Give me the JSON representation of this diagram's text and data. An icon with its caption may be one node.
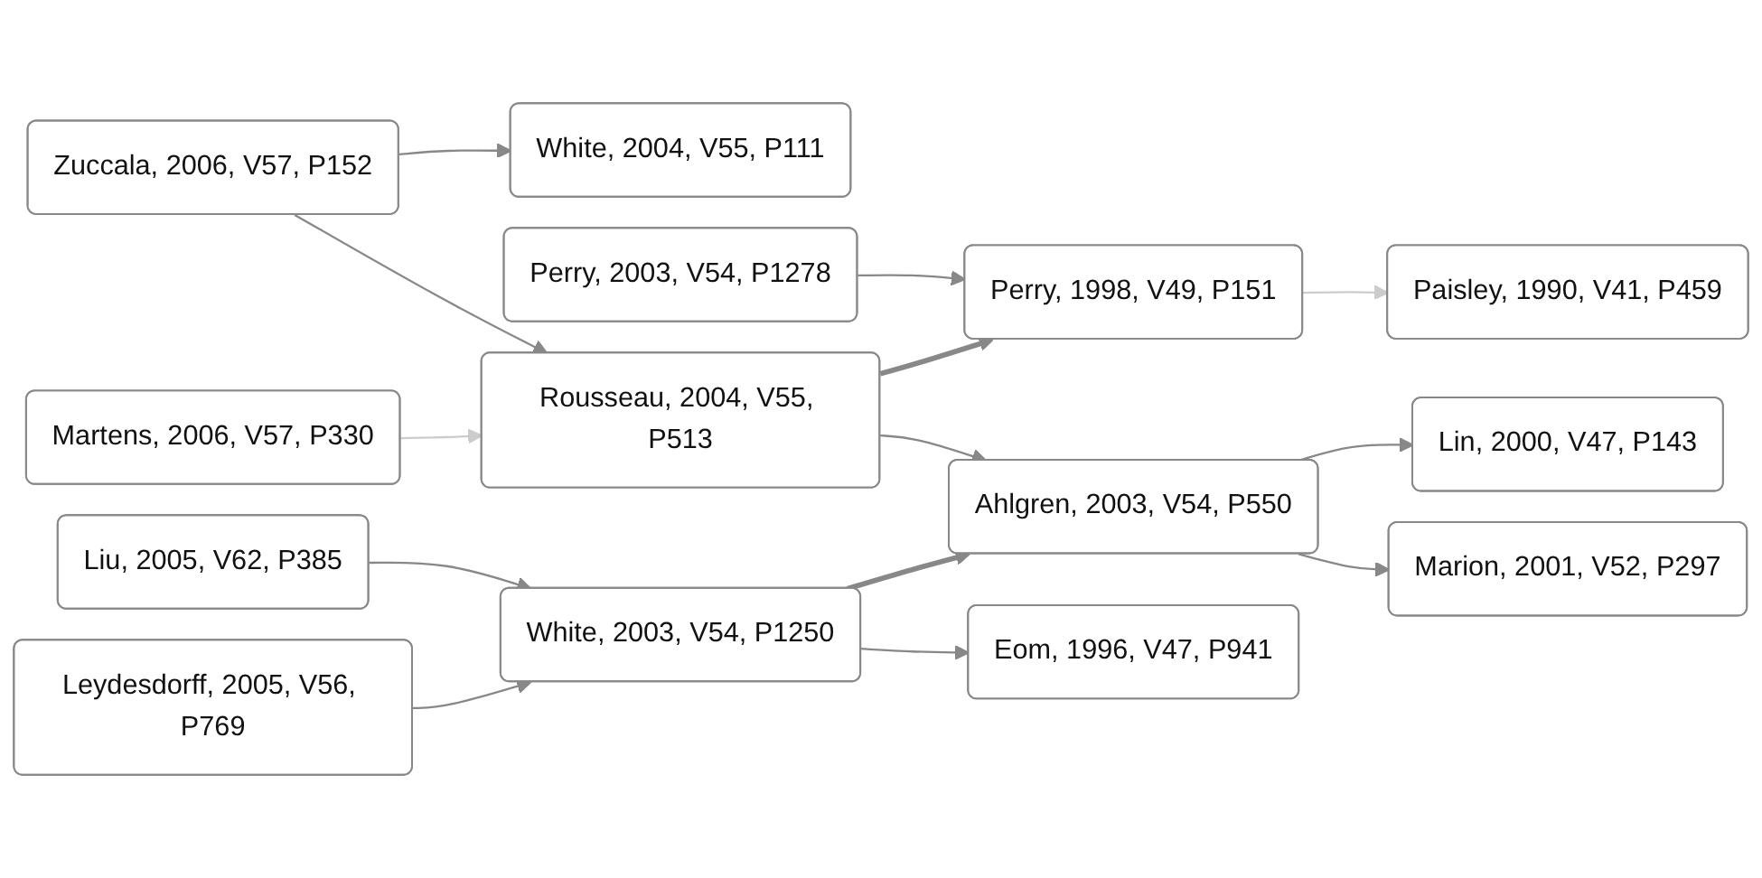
{
  "diagram": {
    "nodes": [
      {
        "text": [
          "White, 2004, V55, P111"
        ]
      },
      {
        "text": [
          "Paisley, 1990, V41, P459"
        ]
      },
      {
        "text": [
          "Zuccala, 2006, V57, P152"
        ]
      },
      {
        "text": [
          "Perry, 1998, V49, P151"
        ]
      },
      {
        "text": [
          "Perry, 2003, V54, P1278"
        ]
      },
      {
        "text": [
          "Rousseau, 2004, V55, P513"
        ]
      },
      {
        "text": [
          "Lin, 2000, V47, P143"
        ]
      },
      {
        "text": [
          "Martens, 2006, V57, P330"
        ]
      },
      {
        "text": [
          "Ahlgren, 2003, V54, P550"
        ]
      },
      {
        "text": [
          "Liu, 2005, V62, P385"
        ]
      },
      {
        "text": [
          "White, 2003, V54, P1250"
        ]
      },
      {
        "text": [
          "Marion, 2001, V52, P297"
        ]
      },
      {
        "text": [
          "Eom, 1996, V47, P941"
        ]
      },
      {
        "text": [
          "Leydesdorff, 2005, V56, P769"
        ]
      }
    ],
    "edges": [
      {
        "from": 2,
        "to": 0,
        "arrow": "to"
      },
      {
        "from": 2,
        "to": 5,
        "arrow": "to"
      },
      {
        "from": 5,
        "to": 3,
        "arrow": "to",
        "style": "thick"
      },
      {
        "from": 3,
        "to": 1,
        "arrow": "to",
        "color": "#cccccc"
      },
      {
        "from": 4,
        "to": 3,
        "arrow": "to"
      },
      {
        "from": 7,
        "to": 5,
        "arrow": "to",
        "color": "#cccccc"
      },
      {
        "from": 5,
        "to": 8,
        "arrow": "to"
      },
      {
        "from": 8,
        "to": 6,
        "arrow": "to"
      },
      {
        "from": 8,
        "to": 11,
        "arrow": "to"
      },
      {
        "from": 10,
        "to": 8,
        "arrow": "to",
        "style": "thick"
      },
      {
        "from": 9,
        "to": 10,
        "arrow": "to"
      },
      {
        "from": 10,
        "to": 12,
        "arrow": "to"
      },
      {
        "from": 13,
        "to": 10,
        "arrow": "to"
      }
    ]
  }
}
